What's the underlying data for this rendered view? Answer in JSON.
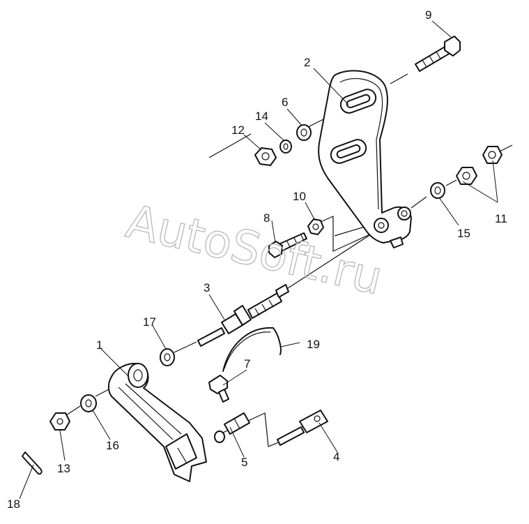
{
  "watermark": "AutoSoft.ru",
  "callouts": [
    "1",
    "2",
    "3",
    "4",
    "5",
    "6",
    "7",
    "8",
    "9",
    "10",
    "11",
    "12",
    "13",
    "14",
    "15",
    "16",
    "17",
    "18",
    "19"
  ],
  "colors": {
    "ink": "#111111",
    "paper": "#ffffff",
    "watermark": "#bdbdbd"
  }
}
